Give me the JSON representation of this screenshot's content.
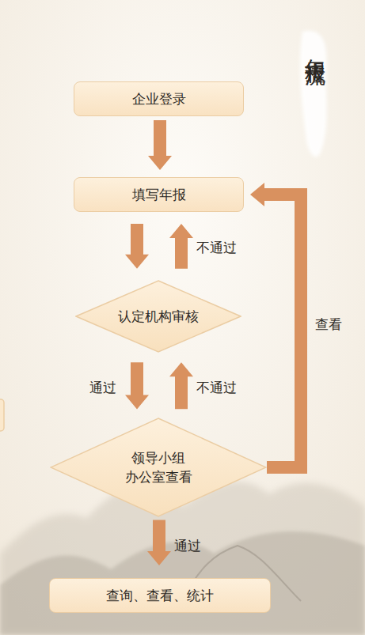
{
  "diagram": {
    "title": "年报流程",
    "nodes": [
      {
        "text": [
          "企业登录"
        ]
      },
      {
        "text": [
          "填写年报"
        ]
      },
      {
        "text": [
          "认定机构审核"
        ]
      },
      {
        "text": [
          "领导小组 办公室查看"
        ]
      },
      {
        "text": [
          "查询、查看、统计"
        ]
      }
    ],
    "edges": [
      {
        "from": 0,
        "to": 1,
        "arrow": "to"
      },
      {
        "from": 1,
        "to": 2,
        "arrow": "to"
      },
      {
        "from": 2,
        "to": 1,
        "label": "不通过",
        "arrow": "to"
      },
      {
        "from": 2,
        "to": 3,
        "label": "通过",
        "arrow": "to"
      },
      {
        "from": 3,
        "to": 2,
        "label": "不通过",
        "arrow": "to"
      },
      {
        "from": 3,
        "to": 1,
        "label": "查看",
        "arrow": "to"
      },
      {
        "from": 3,
        "to": 4,
        "label": "通过",
        "arrow": "to"
      }
    ]
  }
}
